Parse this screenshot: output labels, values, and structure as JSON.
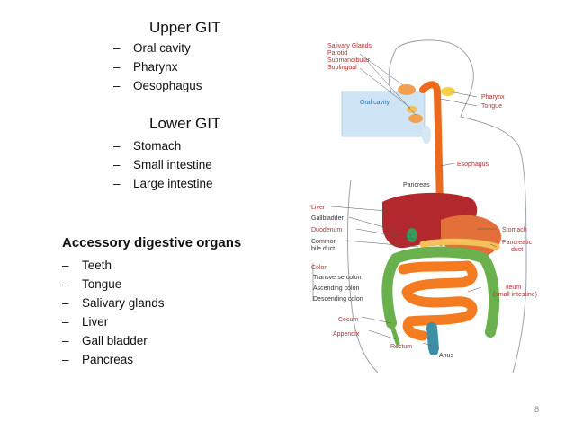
{
  "slide": {
    "upper_title": "Upper GIT",
    "upper_items": [
      "Oral cavity",
      "Pharynx",
      "Oesophagus"
    ],
    "lower_title": "Lower GIT",
    "lower_items": [
      "Stomach",
      "Small intestine",
      "Large intestine"
    ],
    "accessory_title": "Accessory digestive organs",
    "accessory_items": [
      "Teeth",
      "Tongue",
      "Salivary glands",
      "Liver",
      "Gall bladder",
      "Pancreas"
    ],
    "page_number": "8",
    "dash": "–"
  },
  "diagram": {
    "labels": {
      "salivary_glands": "Salivary Glands",
      "parotid": "Parotid",
      "submandibular": "Submandibular",
      "sublingual": "Sublingual",
      "oral_cavity": "Oral cavity",
      "pharynx": "Pharynx",
      "tongue": "Tongue",
      "esophagus": "Esophagus",
      "pancreas": "Pancreas",
      "liver": "Liver",
      "gallbladder": "Gallbladder",
      "duodenum": "Duodenum",
      "common": "Common",
      "bile_duct": "bile duct",
      "stomach": "Stomach",
      "pancreatic": "Pancreatic",
      "duct": "duct",
      "colon": "Colon",
      "transverse_colon": "Transverse colon",
      "ascending_colon": "Ascending colon",
      "descending_colon": "Descending colon",
      "ileum": "Ileum",
      "small_intestine_note": "(small intestine)",
      "cecum": "Cecum",
      "appendix": "Appendix",
      "rectum": "Rectum",
      "anus": "Anus"
    },
    "colors": {
      "label_red": "#b03030",
      "label_dark": "#333333",
      "esophagus": "#ec6a1e",
      "liver": "#b3282d",
      "stomach": "#e36f3b",
      "small_intestine": "#f47b20",
      "colon": "#6ab04c",
      "rectum": "#3f8ea8",
      "oral_box": "#cfe5f5"
    }
  }
}
